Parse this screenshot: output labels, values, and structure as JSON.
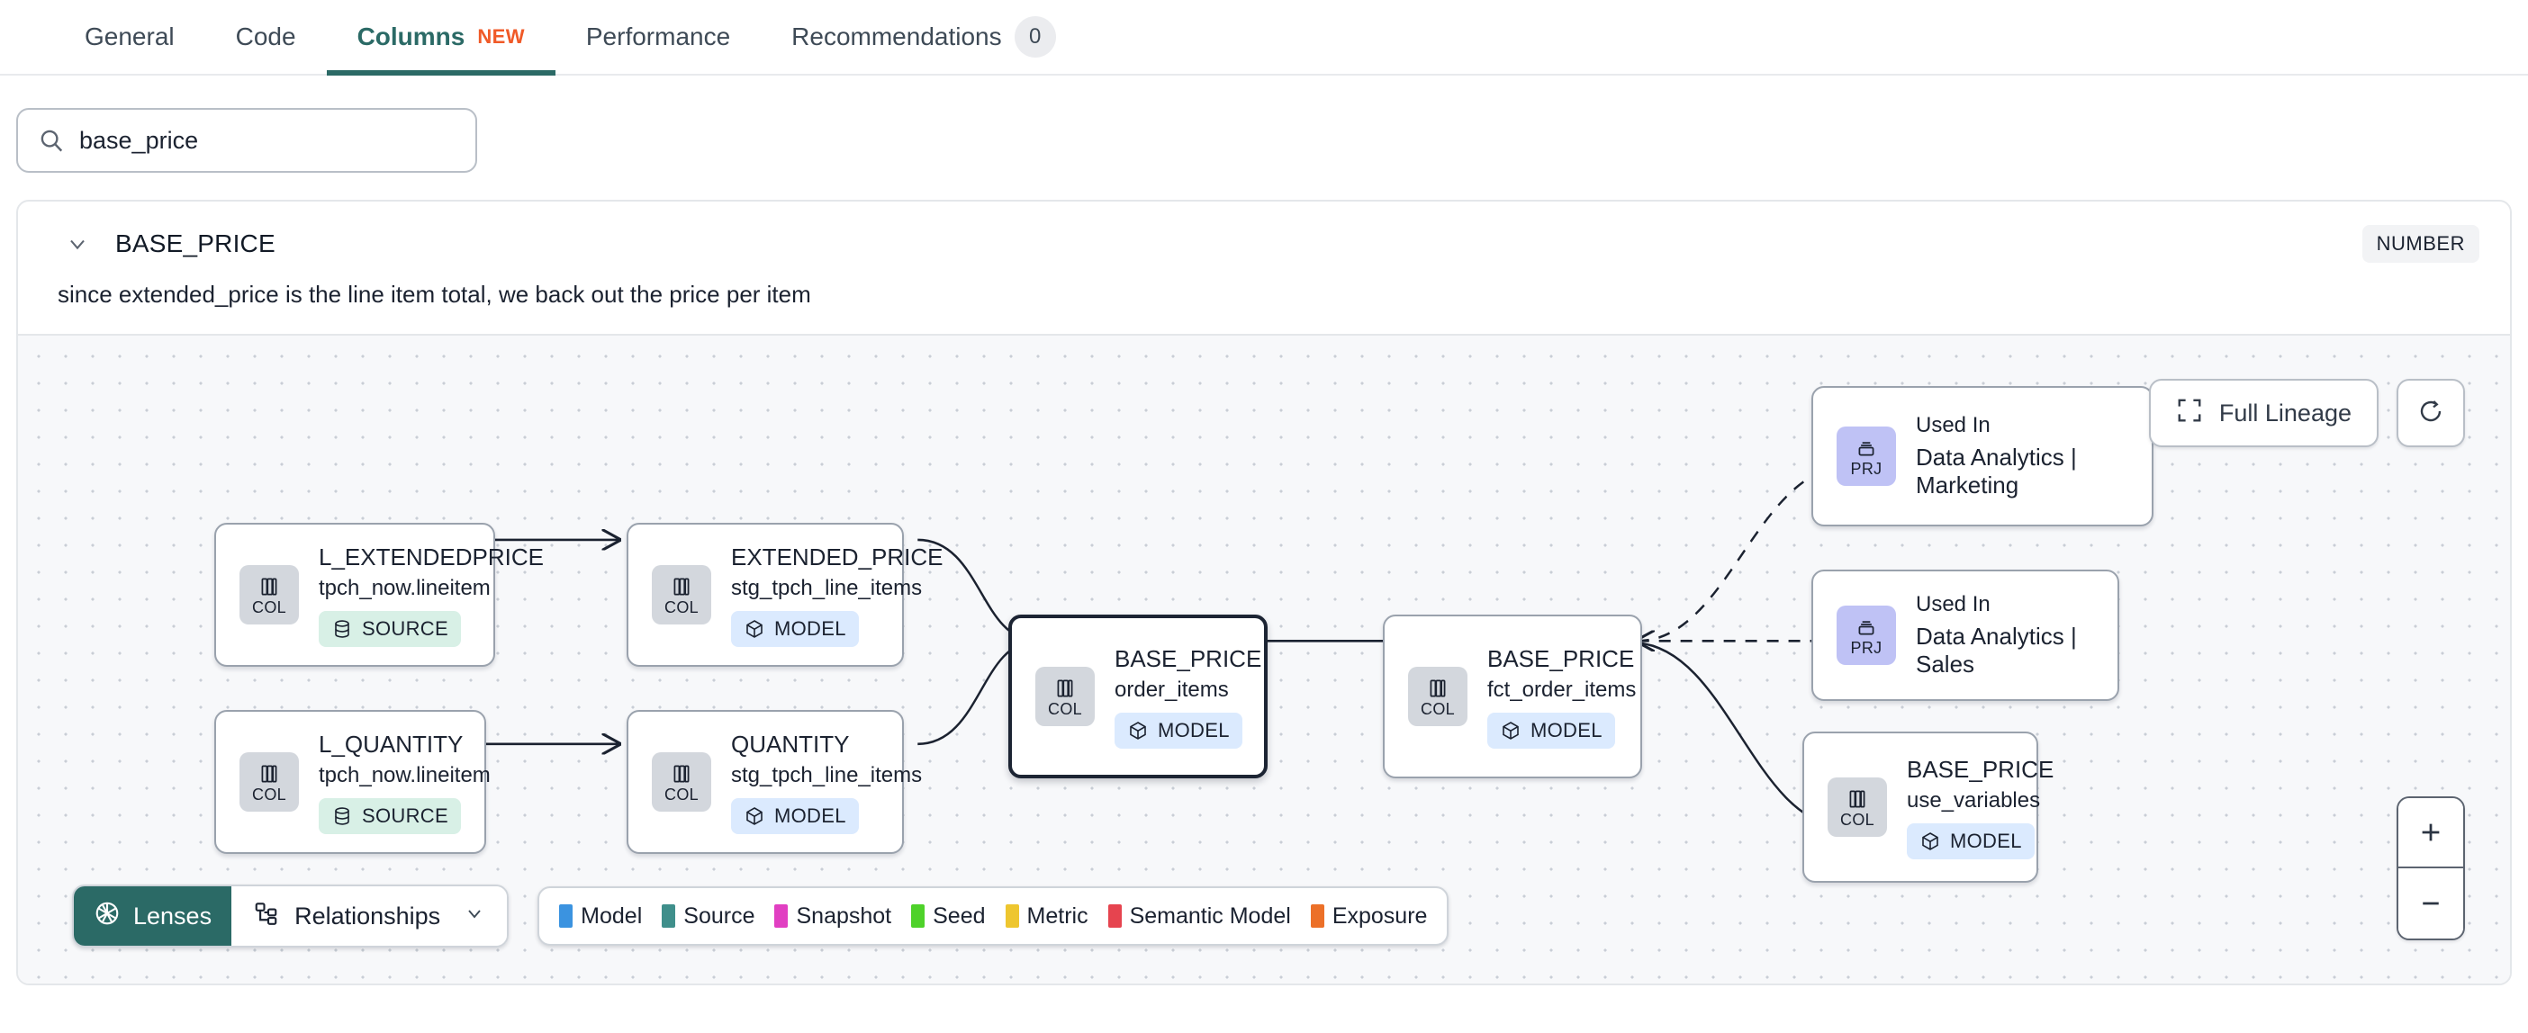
{
  "tabs": [
    {
      "label": "General",
      "active": false
    },
    {
      "label": "Code",
      "active": false
    },
    {
      "label": "Columns",
      "active": true,
      "badge": "NEW"
    },
    {
      "label": "Performance",
      "active": false
    },
    {
      "label": "Recommendations",
      "active": false,
      "count": "0"
    }
  ],
  "search": {
    "value": "base_price",
    "icon": "search-icon"
  },
  "column": {
    "name": "BASE_PRICE",
    "type_badge": "NUMBER",
    "description": "since extended_price is the line item total, we back out the price per item",
    "expanded": true
  },
  "canvas_controls": {
    "full_lineage_label": "Full Lineage",
    "full_lineage_icon": "expand-icon",
    "refresh_icon": "refresh-icon",
    "zoom_in_label": "+",
    "zoom_out_label": "−"
  },
  "toolbar": {
    "lenses_label": "Lenses",
    "lenses_icon": "aperture-icon",
    "relationships_label": "Relationships",
    "relationships_icon": "relationships-icon",
    "caret_icon": "chevron-down-icon"
  },
  "legend": [
    {
      "label": "Model",
      "color": "#3b93e0"
    },
    {
      "label": "Source",
      "color": "#3f8f8b"
    },
    {
      "label": "Snapshot",
      "color": "#e13fc2"
    },
    {
      "label": "Seed",
      "color": "#4ed22a"
    },
    {
      "label": "Metric",
      "color": "#eec62f"
    },
    {
      "label": "Semantic Model",
      "color": "#e6444f"
    },
    {
      "label": "Exposure",
      "color": "#ec7028"
    }
  ],
  "lineage": {
    "nodes": [
      {
        "id": "n1",
        "kind": "col",
        "badge": "COL",
        "title": "L_EXTENDEDPRICE",
        "sub": "tpch_now.lineitem",
        "pill": "SOURCE",
        "pill_kind": "source",
        "focus": false
      },
      {
        "id": "n2",
        "kind": "col",
        "badge": "COL",
        "title": "L_QUANTITY",
        "sub": "tpch_now.lineitem",
        "pill": "SOURCE",
        "pill_kind": "source",
        "focus": false
      },
      {
        "id": "n3",
        "kind": "col",
        "badge": "COL",
        "title": "EXTENDED_PRICE",
        "sub": "stg_tpch_line_items",
        "pill": "MODEL",
        "pill_kind": "model",
        "focus": false
      },
      {
        "id": "n4",
        "kind": "col",
        "badge": "COL",
        "title": "QUANTITY",
        "sub": "stg_tpch_line_items",
        "pill": "MODEL",
        "pill_kind": "model",
        "focus": false
      },
      {
        "id": "n5",
        "kind": "col",
        "badge": "COL",
        "title": "BASE_PRICE",
        "sub": "order_items",
        "pill": "MODEL",
        "pill_kind": "model",
        "focus": true
      },
      {
        "id": "n6",
        "kind": "col",
        "badge": "COL",
        "title": "BASE_PRICE",
        "sub": "fct_order_items",
        "pill": "MODEL",
        "pill_kind": "model",
        "focus": false
      },
      {
        "id": "n7",
        "kind": "prj",
        "badge": "PRJ",
        "kicker": "Used In",
        "title": "Data Analytics | Marketing",
        "focus": false
      },
      {
        "id": "n8",
        "kind": "prj",
        "badge": "PRJ",
        "kicker": "Used In",
        "title": "Data Analytics | Sales",
        "focus": false
      },
      {
        "id": "n9",
        "kind": "col",
        "badge": "COL",
        "title": "BASE_PRICE",
        "sub": "use_variables",
        "pill": "MODEL",
        "pill_kind": "model",
        "focus": false
      }
    ]
  }
}
